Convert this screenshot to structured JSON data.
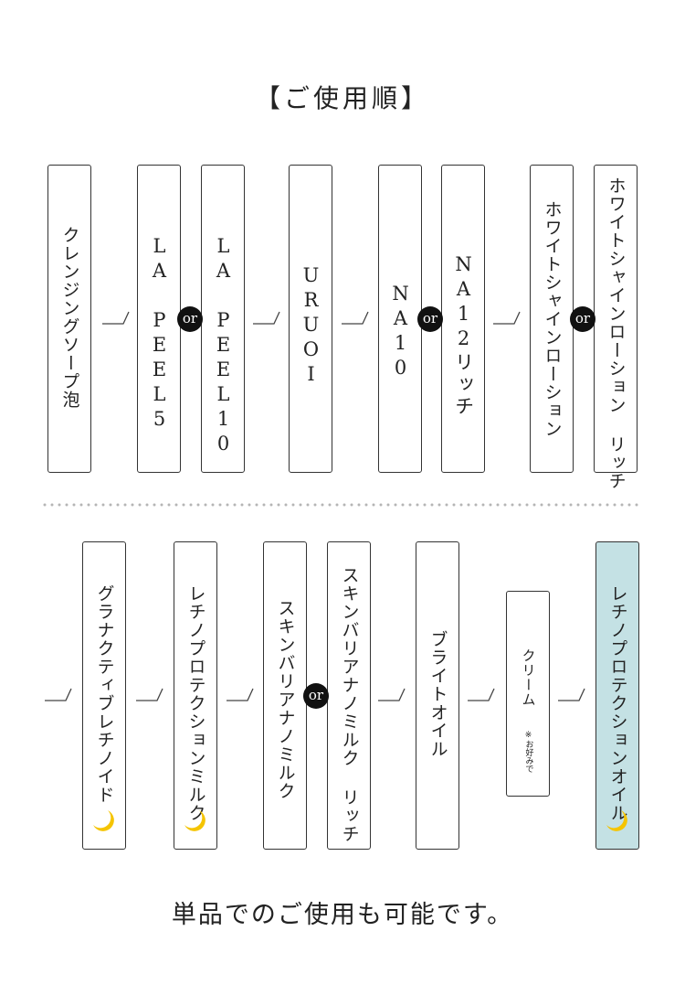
{
  "title": "【ご使用順】",
  "or_label": "or",
  "row1": {
    "items": [
      {
        "label": "クレンジングソープ泡"
      },
      {
        "label": "LA PEEL5"
      },
      {
        "label": "LA PEEL10"
      },
      {
        "label": "URUOI"
      },
      {
        "label": "NA10"
      },
      {
        "label": "NA12リッチ"
      },
      {
        "label": "ホワイトシャインローション"
      },
      {
        "label": "ホワイトシャインローション リッチ"
      }
    ]
  },
  "row2": {
    "items": [
      {
        "label": "グラナクティブレチノイド",
        "night": true
      },
      {
        "label": "レチノプロテクションミルク",
        "night": true
      },
      {
        "label": "スキンバリアナノミルク"
      },
      {
        "label": "スキンバリアナノミルク リッチ"
      },
      {
        "label": "ブライトオイル"
      },
      {
        "label": "クリーム",
        "note": "※お好みで"
      },
      {
        "label": "レチノプロテクションオイル",
        "night": true,
        "highlight": true
      }
    ]
  },
  "colors": {
    "highlight": "#c4e1e4",
    "moon": "#f5c400",
    "border": "#333333"
  },
  "icons": [
    "arrow-icon",
    "crescent-moon-icon"
  ],
  "footer": "単品でのご使用も可能です。"
}
